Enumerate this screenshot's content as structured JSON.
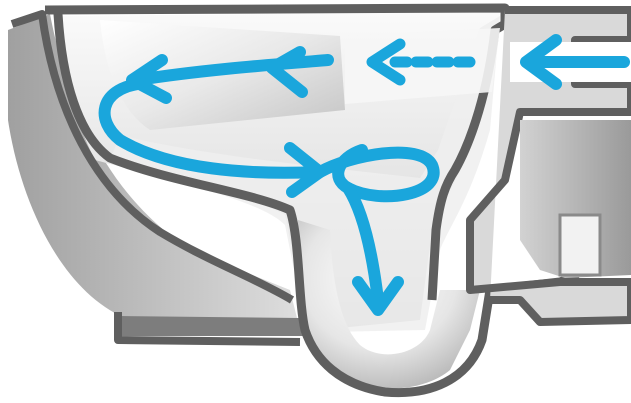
{
  "diagram": {
    "subject": "toilet-bowl-cutaway",
    "colors": {
      "flow_arrow": "#1aa6dc",
      "section_cut": "#5f5f5f",
      "ceramic_light": "#f3f3f3",
      "ceramic_mid": "#d6d6d6",
      "ceramic_shadow": "#a9a9a9",
      "background": "#ffffff"
    },
    "flow_arrows": [
      {
        "name": "inlet-arrow",
        "style": "solid"
      },
      {
        "name": "inlet-dashed-arrow",
        "style": "dashed"
      },
      {
        "name": "rim-flow-arrow-upper",
        "style": "solid"
      },
      {
        "name": "rim-flow-arrow-lower",
        "style": "solid"
      },
      {
        "name": "swirl-loop-arrow",
        "style": "solid"
      },
      {
        "name": "drain-down-arrow",
        "style": "solid"
      }
    ]
  }
}
